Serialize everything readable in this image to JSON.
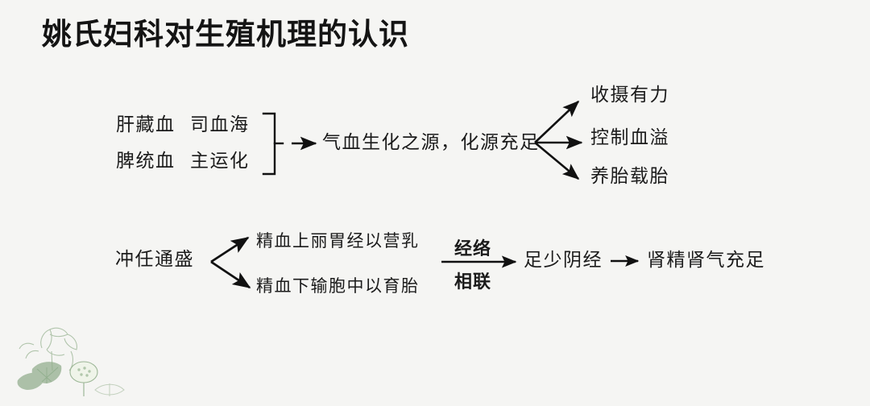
{
  "slide": {
    "background_color": "#f5f5f3",
    "title": "姚氏妇科对生殖机理的认识"
  },
  "diagram": {
    "upper": {
      "sources": [
        {
          "organ": "肝藏血",
          "function": "司血海"
        },
        {
          "organ": "脾统血",
          "function": "主运化"
        }
      ],
      "brace": "}",
      "center": "气血生化之源，化源充足",
      "outcomes": [
        "收摄有力",
        "控制血溢",
        "养胎载胎"
      ]
    },
    "lower": {
      "source": "冲任通盛",
      "branches": [
        "精血上丽胃经以营乳",
        "精血下输胞中以育胎"
      ],
      "link_label_top": "经络",
      "link_label_bottom": "相联",
      "meridian": "足少阴经",
      "result": "肾精肾气充足"
    }
  },
  "decoration": {
    "bottom_right": "lotus-watercolor-illustration",
    "bottom_left": "lotus-line-drawing-illustration",
    "leaf_color": "#7d9e93",
    "leaf_color_dark": "#4f7a6d",
    "petal_color": "#eef3e4",
    "line_color": "#6f9468"
  },
  "colors": {
    "text": "#1b1b1b",
    "title": "#141414",
    "connector": "#111111"
  }
}
